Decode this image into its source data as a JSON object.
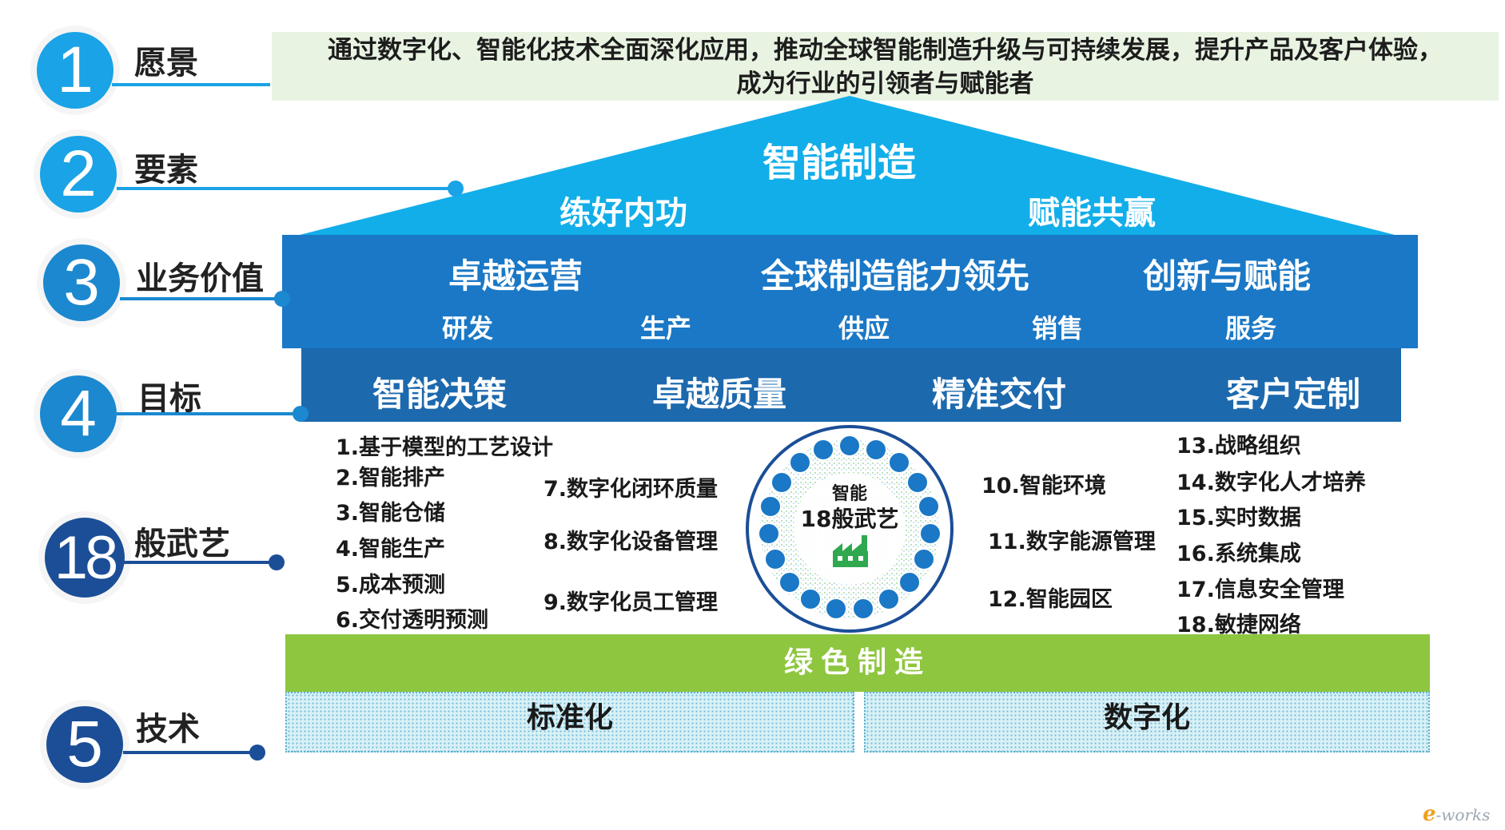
{
  "rows": [
    {
      "number": "1",
      "label": "愿景"
    },
    {
      "number": "2",
      "label": "要素"
    },
    {
      "number": "3",
      "label": "业务价值"
    },
    {
      "number": "4",
      "label": "目标"
    },
    {
      "number": "18",
      "label": "般武艺"
    },
    {
      "number": "5",
      "label": "技术"
    }
  ],
  "vision": {
    "line1": "通过数字化、智能化技术全面深化应用，推动全球智能制造升级与可持续发展，提升产品及客户体验，",
    "line2": "成为行业的引领者与赋能者"
  },
  "roof": {
    "title": "智能制造",
    "left": "练好内功",
    "right": "赋能共赢"
  },
  "business_value": {
    "pillars": [
      "卓越运营",
      "全球制造能力领先",
      "创新与赋能"
    ],
    "functions": [
      "研发",
      "生产",
      "供应",
      "销售",
      "服务"
    ]
  },
  "goals": [
    "智能决策",
    "卓越质量",
    "精准交付",
    "客户定制"
  ],
  "practices": {
    "col1": [
      "1.基于模型的工艺设计",
      "2.智能排产",
      "3.智能仓储",
      "4.智能生产",
      "5.成本预测",
      "6.交付透明预测"
    ],
    "col2": [
      "7.数字化闭环质量",
      "8.数字化设备管理",
      "9.数字化员工管理"
    ],
    "col3": [
      "10.智能环境",
      "11.数字能源管理",
      "12.智能园区"
    ],
    "col4": [
      "13.战略组织",
      "14.数字化人才培养",
      "15.实时数据",
      "16.系统集成",
      "17.信息安全管理",
      "18.敏捷网络"
    ]
  },
  "hub": {
    "line1": "智能",
    "line2": "18般武艺",
    "icon": "factory-icon"
  },
  "green": "绿色制造",
  "tech": {
    "left": "标准化",
    "right": "数字化"
  },
  "watermark": "e-works",
  "colors": {
    "light_blue": "#1aa3e6",
    "mid_blue": "#1a78c6",
    "dark_blue": "#1b4e97",
    "green": "#8ec63f"
  }
}
